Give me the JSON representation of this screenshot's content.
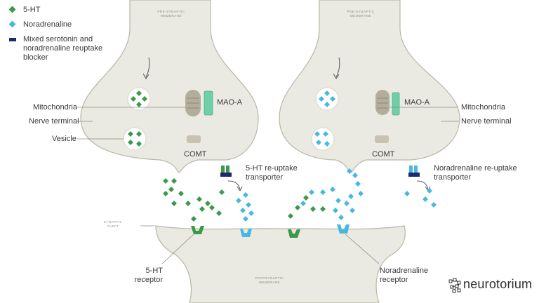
{
  "legend": {
    "items": [
      {
        "label": "5-HT",
        "color": "#3a9a4a",
        "symbol": "diamond"
      },
      {
        "label": "Noradrenaline",
        "color": "#49b8e0",
        "symbol": "diamond"
      },
      {
        "label": "Mixed serotonin and noradrenaline reuptake blocker",
        "color": "#1e2a6e",
        "symbol": "bar"
      }
    ]
  },
  "labels": {
    "presynaptic_membrane": "PRE-SYNAPTIC MEMBRANE",
    "postsynaptic_membrane": "POSTSYNAPTIC MEMBRANE",
    "synaptic_cleft": "SYNAPTIC CLEFT",
    "mitochondria": "Mitochondria",
    "nerve_terminal": "Nerve terminal",
    "vesicle": "Vesicle",
    "mao_a": "MAO-A",
    "comt": "COMT",
    "ht_transporter": "5-HT re-uptake transporter",
    "na_transporter": "Noradrenaline re-uptake transporter",
    "ht_receptor": "5-HT receptor",
    "na_receptor": "Noradrenaline receptor"
  },
  "brand": {
    "name": "neurotorium"
  },
  "colors": {
    "membrane_fill": "#eae9e2",
    "membrane_stroke": "#b8b7a6",
    "green": "#3a9a4a",
    "blue": "#49b8e0",
    "navy": "#1e2a6e",
    "mao": "#6fcfa7",
    "mito": "#b3ae9b",
    "comt": "#c8c3b0"
  }
}
